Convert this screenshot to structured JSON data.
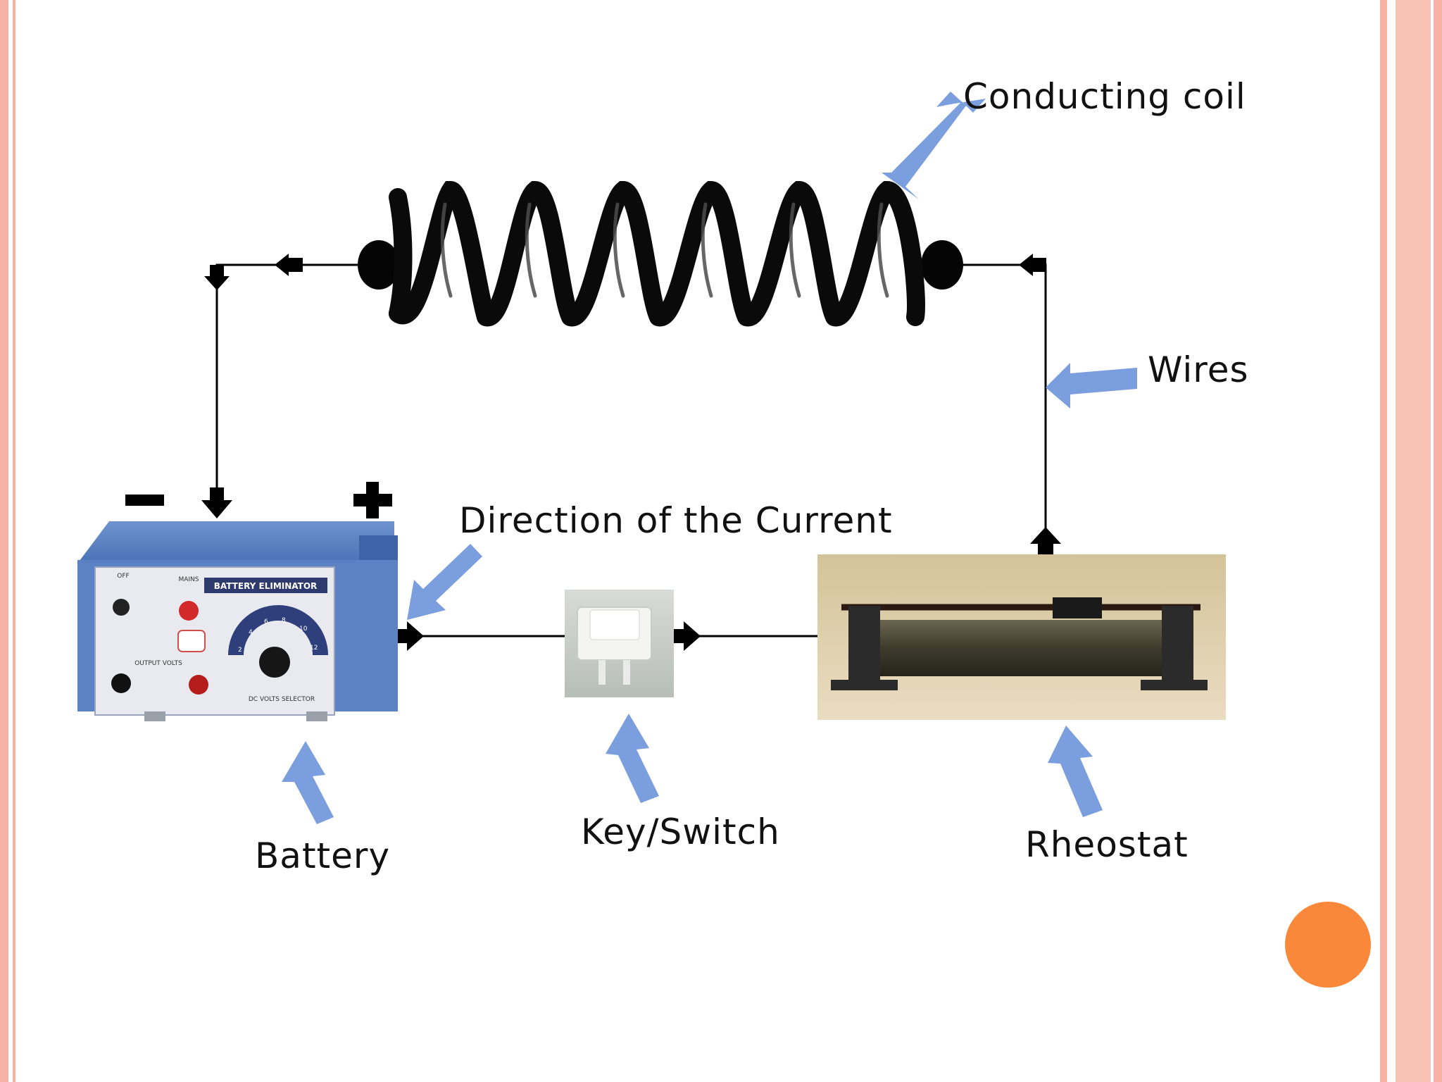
{
  "labels": {
    "conducting_coil": "Conducting coil",
    "wires": "Wires",
    "direction_of_current": "Direction of the Current",
    "battery": "Battery",
    "key_switch": "Key/Switch",
    "rheostat": "Rheostat"
  },
  "battery_panel": {
    "brand": "BATTERY ELIMINATOR",
    "off_label": "OFF",
    "mains_label": "MAINS",
    "output_volts": "OUTPUT VOLTS",
    "selector": "DC VOLTS SELECTOR",
    "dial_numbers": [
      "2",
      "4",
      "6",
      "8",
      "10",
      "12"
    ]
  },
  "terminals": {
    "negative": "−",
    "positive": "+"
  },
  "colors": {
    "pointer_arrow": "#7b9fde",
    "border_left": "#f6b3a5",
    "border_right": "#f6b3a5",
    "accent_dot": "#fa883b",
    "wire": "#000000",
    "battery_body": "#4c75ba"
  },
  "icons": {
    "coil": "helical-coil",
    "battery": "battery-eliminator-device",
    "switch": "rocker-switch",
    "rheostat": "slide-rheostat"
  }
}
